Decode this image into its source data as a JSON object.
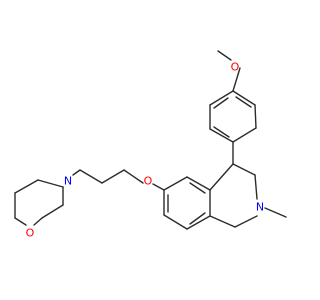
{
  "diagram": {
    "labels": {
      "methoxy_oxygen": "O",
      "ether_oxygen": "O",
      "ring_nitrogen": "N",
      "morpholine_nitrogen": "N",
      "morpholine_oxygen": "O"
    },
    "colors": {
      "bond": "#2b2b2b",
      "oxygen": "#ff0000",
      "nitrogen": "#0000ff",
      "background": "#ffffff"
    }
  }
}
